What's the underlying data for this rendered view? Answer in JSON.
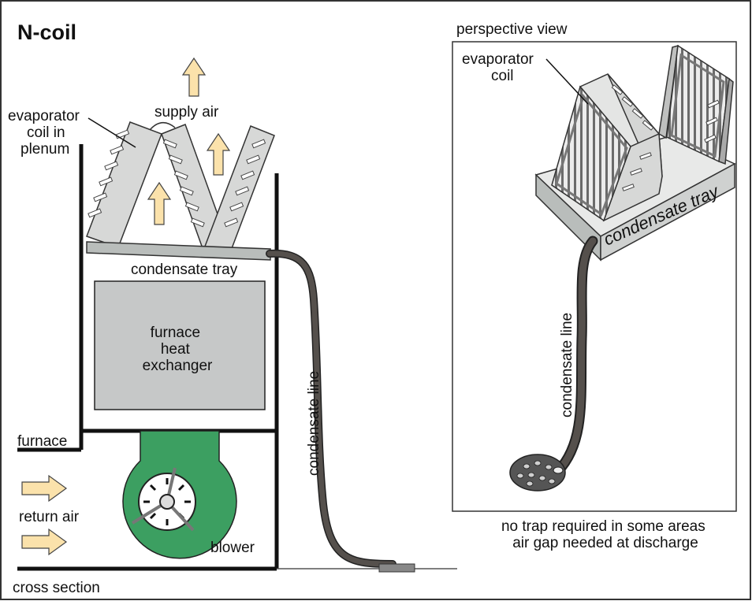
{
  "title": "N-coil",
  "cross_section": {
    "coil_label_1": "evaporator",
    "coil_label_2": "coil in",
    "coil_label_3": "plenum",
    "supply_air": "supply  air",
    "tray": "condensate tray",
    "heat_1": "furnace",
    "heat_2": "heat",
    "heat_3": "exchanger",
    "furnace": "furnace",
    "return_air": "return  air",
    "blower": "blower",
    "line": "condensate line",
    "caption": "cross section"
  },
  "perspective": {
    "heading": "perspective view",
    "coil_1": "evaporator",
    "coil_2": "coil",
    "tray": "condensate tray",
    "line": "condensate line",
    "note_1": "no trap required in some areas",
    "note_2": "air gap needed at discharge"
  },
  "colors": {
    "blower_green": "#3c9f61",
    "coil_gray": "#d7d8d7",
    "exchanger_gray": "#c6c8c8",
    "tray_gray": "#b9bdbb",
    "pipe": "#55504c",
    "arrow_fill": "#fbe2ab"
  }
}
